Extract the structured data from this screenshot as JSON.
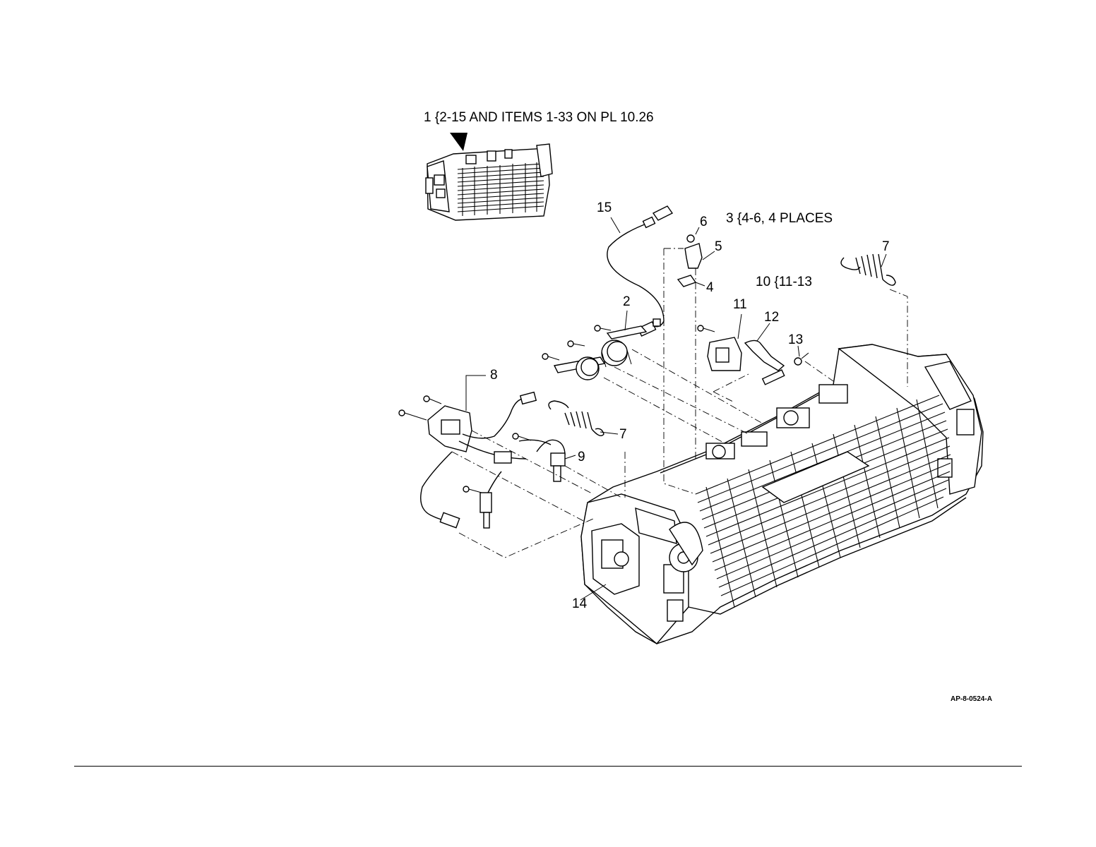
{
  "labels": {
    "assembly_note": "1 {2-15 AND ITEMS 1-33 ON PL 10.26",
    "note_3": "3 {4-6, 4 PLACES",
    "note_10": "10 {11-13",
    "item_2": "2",
    "item_4": "4",
    "item_5": "5",
    "item_6": "6",
    "item_7_top": "7",
    "item_7_mid": "7",
    "item_8": "8",
    "item_9": "9",
    "item_11": "11",
    "item_12": "12",
    "item_13": "13",
    "item_14": "14",
    "item_15": "15"
  },
  "figure_code": "AP-8-0524-A"
}
